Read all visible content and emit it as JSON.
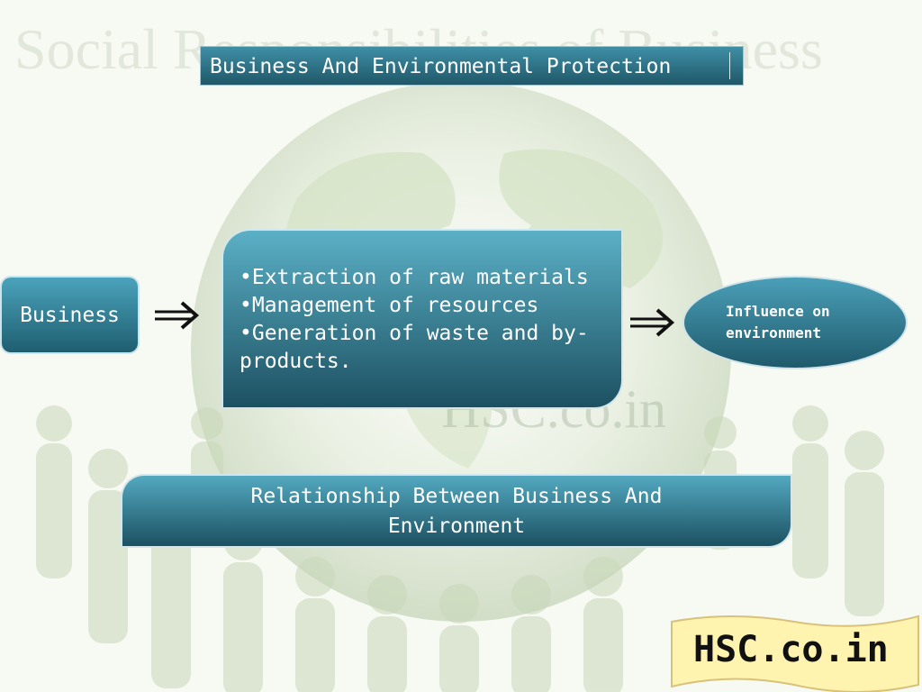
{
  "slide": {
    "watermark_heading": "Social Responsibilities of Business",
    "watermark_site": "HSC.co.in",
    "title": "Business And Environmental Protection",
    "source_box": "Business",
    "process_items": [
      "•Extraction of raw materials",
      "•Management of resources",
      "•Generation of waste and by-products."
    ],
    "result": {
      "line1": "Influence on",
      "line2": "environment"
    },
    "banner": "Relationship Between Business And Environment",
    "logo": "HSC.co.in"
  },
  "colors": {
    "box_top": "#4aa3bb",
    "box_bottom": "#1f5e70",
    "logo_fill": "#fff3b0",
    "logo_stroke": "#d8c27a"
  },
  "icons": {
    "arrow": "double-line-right-arrow"
  }
}
